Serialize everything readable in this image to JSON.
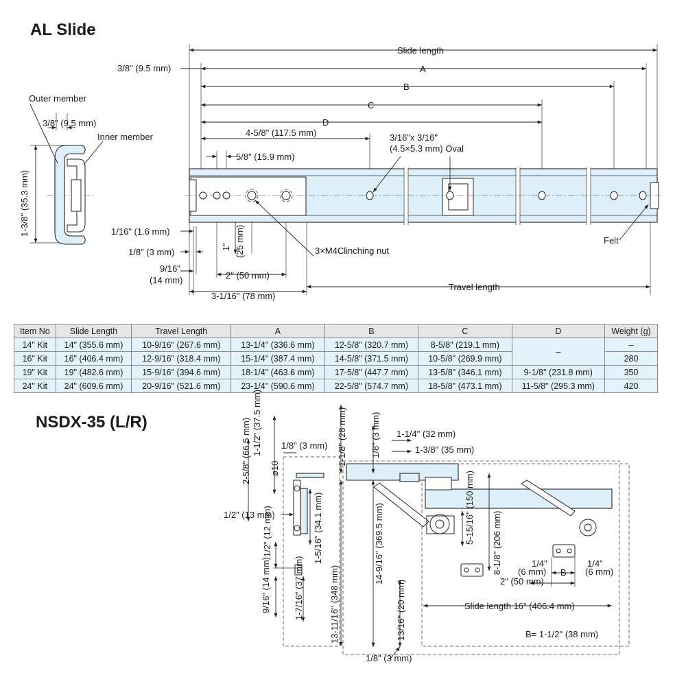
{
  "al_slide": {
    "title": "AL Slide",
    "labels": {
      "slide_length": "Slide length",
      "a": "A",
      "b": "B",
      "c": "C",
      "d": "D",
      "dim_3_8_top": "3/8\" (9.5 mm)",
      "outer_member": "Outer member",
      "dim_3_8_section": "3/8\" (9.5 mm)",
      "inner_member": "Inner member",
      "dim_1_3_8": "1-3/8\" (35.3 mm)",
      "dim_4_5_8": "4-5/8\" (117.5 mm)",
      "oval_1": "3/16\"x 3/16\"",
      "oval_2": "(4.5×5.3 mm) Oval",
      "dim_5_8": "5/8\" (15.9 mm)",
      "dim_1_16": "1/16\" (1.6 mm)",
      "dim_1_8": "1/8\" (3 mm)",
      "dim_1in_a": "1\"",
      "dim_1in_b": "(25 mm)",
      "clinching_nut": "3×M4Clinching nut",
      "felt": "Felt",
      "dim_9_16_a": "9/16\"",
      "dim_9_16_b": "(14 mm)",
      "dim_2in": "2\" (50 mm)",
      "travel_length": "Travel length",
      "dim_3_1_16": "3-1/16\" (78 mm)"
    }
  },
  "spec_table": {
    "headers": [
      "Item No",
      "Slide Length",
      "Travel Length",
      "A",
      "B",
      "C",
      "D",
      "Weight (g)"
    ],
    "rows": [
      {
        "item": "14\" Kit",
        "slide": "14\" (355.6 mm)",
        "travel": "10-9/16\" (267.6 mm)",
        "a": "13-1/4\" (336.6 mm)",
        "b": "12-5/8\" (320.7 mm)",
        "c": "8-5/8\" (219.1 mm)",
        "weight": "–"
      },
      {
        "item": "16\" Kit",
        "slide": "16\" (406.4 mm)",
        "travel": "12-9/16\" (318.4 mm)",
        "a": "15-1/4\" (387.4 mm)",
        "b": "14-5/8\" (371.5 mm)",
        "c": "10-5/8\" (269.9 mm)",
        "weight": "280"
      },
      {
        "item": "19\" Kit",
        "slide": "19\" (482.6 mm)",
        "travel": "15-9/16\" (394.6 mm)",
        "a": "18-1/4\" (463.6 mm)",
        "b": "17-5/8\" (447.7 mm)",
        "c": "13-5/8\" (346.1 mm)",
        "d": "9-1/8\" (231.8 mm)",
        "weight": "350"
      },
      {
        "item": "24\" Kit",
        "slide": "24\" (609.6 mm)",
        "travel": "20-9/16\" (521.6 mm)",
        "a": "23-1/4\" (590.6 mm)",
        "b": "22-5/8\" (574.7 mm)",
        "c": "18-5/8\" (473.1 mm)",
        "d": "11-5/8\" (295.3 mm)",
        "weight": "420"
      }
    ],
    "d_merged": "–"
  },
  "nsdx": {
    "title": "NSDX-35 (L/R)",
    "labels": {
      "dim_66_5": "2-5/8\" (66.5 mm)",
      "dim_37_5": "1-1/2\" (37.5 mm)",
      "phi10": "ø10",
      "dim_1_8_top": "1/8\" (3 mm)",
      "dim_28": "1-1/8\" (28 mm)",
      "dim_1_2_13": "1/2\" (13 mm)",
      "dim_34_1": "1-5/16\" (34.1 mm)",
      "dim_348": "13-11/16\" (348 mm)",
      "dim_12": "1/2\" (12 mm)",
      "dim_14": "9/16\" (14 mm)",
      "dim_37": "1-7/16\" (37 mm)",
      "dim_1_8_mid": "1/8\" (3 mm)",
      "dim_32": "1-1/4\" (32 mm)",
      "dim_35": "1-3/8\" (35 mm)",
      "dim_369_5": "14-9/16\" (369.5 mm)",
      "dim_150": "5-15/16\" (150 mm)",
      "dim_206": "8-1/8\" (206 mm)",
      "dim_20": "13/16\" (20 mm)",
      "dim_1_8_bot": "1/8\" (3 mm)",
      "dim_1_4_l_a": "1/4\"",
      "dim_1_4_l_b": "(6 mm)",
      "b_label": "B",
      "dim_1_4_r_a": "1/4\"",
      "dim_1_4_r_b": "(6 mm)",
      "dim_50": "2\" (50 mm)",
      "slide_length": "Slide length  16\" (406.4 mm)",
      "b_value": "B= 1-1/2\" (38 mm)"
    }
  },
  "colors": {
    "part_fill": "#ddf0fa",
    "table_header": "#e6e6e6",
    "table_cell": "#e3f3fb"
  }
}
